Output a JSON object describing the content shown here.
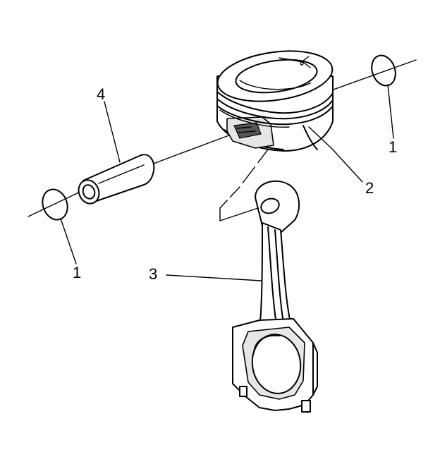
{
  "callouts": {
    "pin_retainer_right": "1",
    "pin_retainer_left": "1",
    "piston": "2",
    "connecting_rod": "3",
    "piston_pin": "4"
  }
}
